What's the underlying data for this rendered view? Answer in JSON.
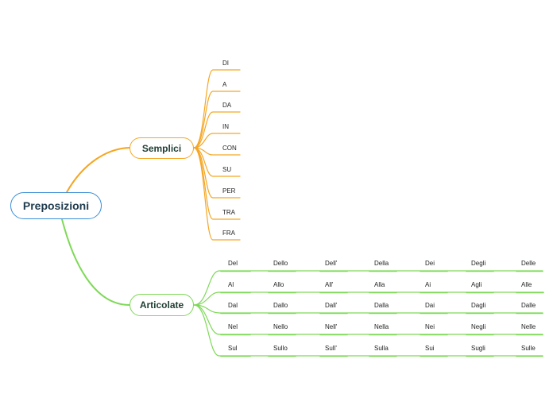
{
  "root": {
    "label": "Preposizioni"
  },
  "colors": {
    "root": "#3a8fd8",
    "semplici": "#f5a623",
    "articolate": "#7ed957"
  },
  "semplici": {
    "label": "Semplici",
    "items": [
      "DI",
      "A",
      "DA",
      "IN",
      "CON",
      "SU",
      "PER",
      "TRA",
      "FRA"
    ]
  },
  "articolate": {
    "label": "Articolate",
    "rows": [
      [
        "Del",
        "Dello",
        "Dell'",
        "Della",
        "Dei",
        "Degli",
        "Delle"
      ],
      [
        "Al",
        "Allo",
        "All'",
        "Alla",
        "Ai",
        "Agli",
        "Alle"
      ],
      [
        "Dal",
        "Dallo",
        "Dall'",
        "Dalla",
        "Dai",
        "Dagli",
        "Dalle"
      ],
      [
        "Nel",
        "Nello",
        "Nell'",
        "Nella",
        "Nei",
        "Negli",
        "Nelle"
      ],
      [
        "Sul",
        "Sullo",
        "Sull'",
        "Sulla",
        "Sui",
        "Sugli",
        "Sulle"
      ]
    ]
  }
}
